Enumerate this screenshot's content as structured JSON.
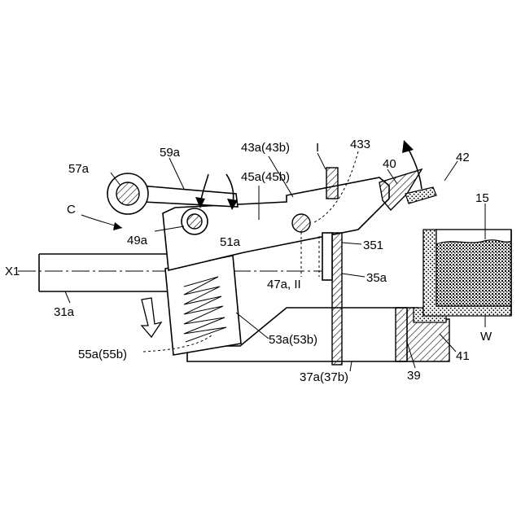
{
  "figure": {
    "labels": {
      "l59a": "59a",
      "l57a": "57a",
      "l43a": "43a(43b)",
      "lI": "I",
      "l433": "433",
      "l40": "40",
      "l42": "42",
      "l15": "15",
      "l45a": "45a(45b)",
      "lC": "C",
      "l49a": "49a",
      "l51a": "51a",
      "l351": "351",
      "lX1": "X1",
      "l47a": "47a, II",
      "l35a": "35a",
      "l31a": "31a",
      "l53a": "53a(53b)",
      "lW": "W",
      "l41": "41",
      "l55a": "55a(55b)",
      "l37a": "37a(37b)",
      "l39": "39"
    }
  }
}
